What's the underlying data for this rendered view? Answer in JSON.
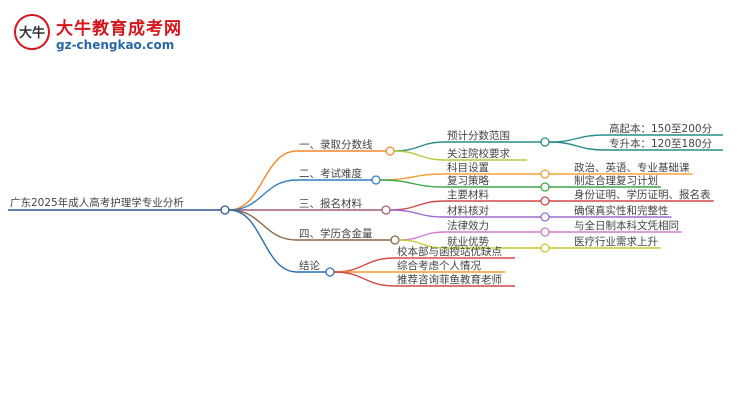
{
  "logo": {
    "brand": "大牛教育成考网",
    "domain": "gz-chengkao.com",
    "mark_glyph": "大牛"
  },
  "root": "广东2025年成人高考护理学专业分析",
  "branches": [
    {
      "label": "一、录取分数线",
      "color": "#f28a2c",
      "children": [
        {
          "label": "预计分数范围",
          "color": "#2a8c8c",
          "children": [
            {
              "label": "高起本：150至200分"
            },
            {
              "label": "专升本：120至180分"
            }
          ]
        },
        {
          "label": "关注院校要求",
          "color": "#b7c93a",
          "children": []
        }
      ]
    },
    {
      "label": "二、考试难度",
      "color": "#2f7fbf",
      "children": [
        {
          "label": "科目设置",
          "color": "#f2a33a",
          "children": [
            {
              "label": "政治、英语、专业基础课"
            }
          ]
        },
        {
          "label": "复习策略",
          "color": "#3aa64a",
          "children": [
            {
              "label": "制定合理复习计划"
            }
          ]
        }
      ]
    },
    {
      "label": "三、报名材料",
      "color": "#a05a7a",
      "children": [
        {
          "label": "主要材料",
          "color": "#d04848",
          "children": [
            {
              "label": "身份证明、学历证明、报名表"
            }
          ]
        },
        {
          "label": "材料核对",
          "color": "#9b6bd0",
          "children": [
            {
              "label": "确保真实性和完整性"
            }
          ]
        }
      ]
    },
    {
      "label": "四、学历含金量",
      "color": "#8a6248",
      "children": [
        {
          "label": "法律效力",
          "color": "#d07ad0",
          "children": [
            {
              "label": "与全日制本科文凭相同"
            }
          ]
        },
        {
          "label": "就业优势",
          "color": "#c7c930",
          "children": [
            {
              "label": "医疗行业需求上升"
            }
          ]
        }
      ]
    },
    {
      "label": "结论",
      "color": "#2a6fb0",
      "children": [
        {
          "label": "校本部与函授站优缺点",
          "color": "#e0484a",
          "children": []
        },
        {
          "label": "综合考虑个人情况",
          "color": "#f29a2c",
          "children": []
        },
        {
          "label": "推荐咨询菲鱼教育老师",
          "color": "#d04848",
          "children": []
        }
      ]
    }
  ]
}
